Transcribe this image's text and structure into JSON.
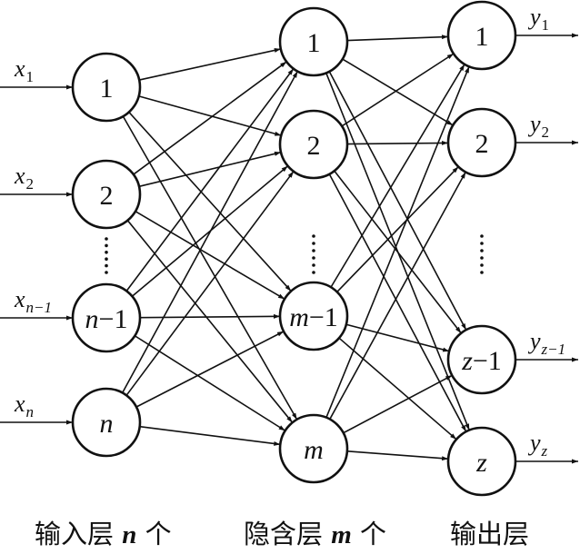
{
  "diagram": {
    "title": "",
    "layers": [
      {
        "id": "input",
        "caption_prefix": "输入层 ",
        "caption_var": "n",
        "caption_suffix": " 个",
        "nodes": [
          {
            "label": "1",
            "italic_part": "",
            "input": {
              "base": "x",
              "sub": "1"
            }
          },
          {
            "label": "2",
            "italic_part": "",
            "input": {
              "base": "x",
              "sub": "2"
            }
          },
          {
            "label": "−1",
            "italic_part": "n",
            "input": {
              "base": "x",
              "sub": "n−1"
            }
          },
          {
            "label": "",
            "italic_part": "n",
            "input": {
              "base": "x",
              "sub": "n"
            }
          }
        ],
        "ellipsis": "⋮"
      },
      {
        "id": "hidden",
        "caption_prefix": "隐含层 ",
        "caption_var": "m",
        "caption_suffix": " 个",
        "nodes": [
          {
            "label": "1",
            "italic_part": ""
          },
          {
            "label": "2",
            "italic_part": ""
          },
          {
            "label": "−1",
            "italic_part": "m"
          },
          {
            "label": "",
            "italic_part": "m"
          }
        ],
        "ellipsis": "⋮"
      },
      {
        "id": "output",
        "caption_prefix": "输出层",
        "caption_var": "",
        "caption_suffix": "",
        "nodes": [
          {
            "label": "1",
            "italic_part": "",
            "output": {
              "base": "y",
              "sub": "1"
            }
          },
          {
            "label": "2",
            "italic_part": "",
            "output": {
              "base": "y",
              "sub": "2"
            }
          },
          {
            "label": "−1",
            "italic_part": "z",
            "output": {
              "base": "y",
              "sub": "z−1"
            }
          },
          {
            "label": "",
            "italic_part": "z",
            "output": {
              "base": "y",
              "sub": "z"
            }
          }
        ],
        "ellipsis": "⋮"
      }
    ],
    "connections": "fully-connected",
    "stroke_color": "#111111"
  }
}
